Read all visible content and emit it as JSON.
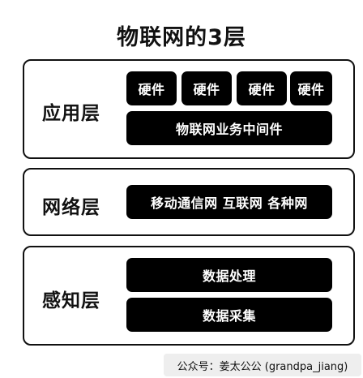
{
  "title": "物联网的3层",
  "layers": {
    "application": {
      "label": "应用层",
      "hardware": [
        "硬件",
        "硬件",
        "硬件",
        "硬件"
      ],
      "middleware": "物联网业务中间件"
    },
    "network": {
      "label": "网络层",
      "content": "移动通信网 互联网 各种网"
    },
    "perception": {
      "label": "感知层",
      "processing": "数据处理",
      "collection": "数据采集"
    }
  },
  "footer": "公众号：姜太公公 (grandpa_jiang)"
}
